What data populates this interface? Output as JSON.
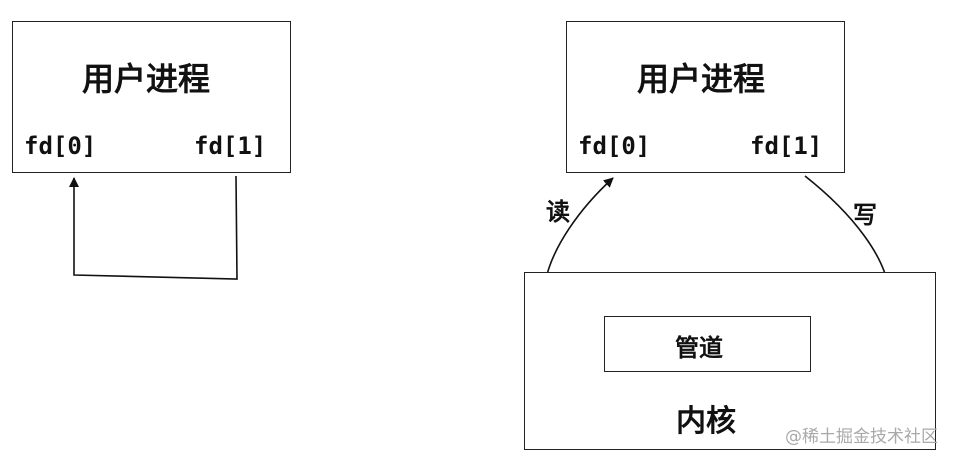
{
  "left": {
    "process_title": "用户进程",
    "fd0": "fd[0]",
    "fd1": "fd[1]"
  },
  "right": {
    "process_title": "用户进程",
    "fd0": "fd[0]",
    "fd1": "fd[1]",
    "read_label": "读",
    "write_label": "写",
    "pipe_label": "管道",
    "kernel_label": "内核"
  },
  "watermark": "@稀土掘金技术社区"
}
